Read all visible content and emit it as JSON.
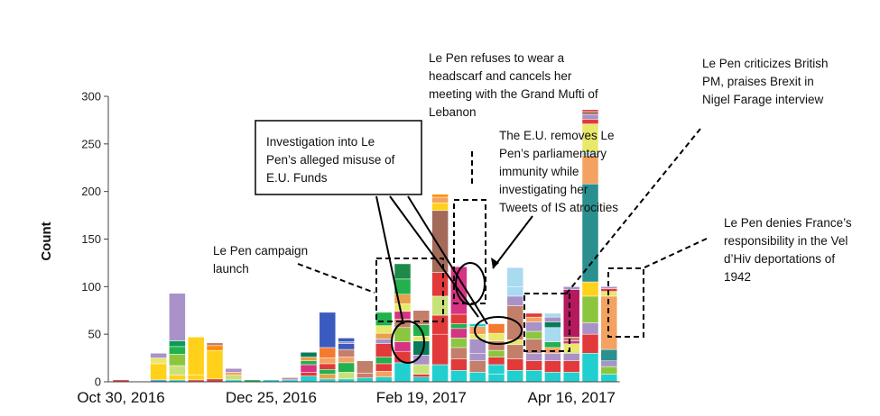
{
  "chart_data": {
    "type": "bar",
    "stacked": true,
    "title": "",
    "xlabel": "",
    "ylabel": "Count",
    "ylim": [
      0,
      300
    ],
    "yticks": [
      0,
      50,
      100,
      150,
      200,
      250,
      300
    ],
    "xtick_labels": [
      "Oct 30, 2016",
      "Dec 25, 2016",
      "Feb 19, 2017",
      "Apr 16, 2017"
    ],
    "xtick_bar_index": [
      0,
      8,
      16,
      24
    ],
    "grid": false,
    "legend": "none",
    "bars": [
      {
        "segments": [
          [
            2,
            "#e23a3a"
          ]
        ]
      },
      {
        "segments": []
      },
      {
        "segments": [
          [
            2,
            "#2e9fd6"
          ],
          [
            17,
            "#ffd11a"
          ],
          [
            6,
            "#e8e86a"
          ],
          [
            5,
            "#a992c8"
          ]
        ]
      },
      {
        "segments": [
          [
            2,
            "#22cfcf"
          ],
          [
            5,
            "#ffd11a"
          ],
          [
            10,
            "#c8e27a"
          ],
          [
            12,
            "#8cc63f"
          ],
          [
            8,
            "#22b14c"
          ],
          [
            6,
            "#0a9a5a"
          ],
          [
            50,
            "#a992c8"
          ]
        ]
      },
      {
        "segments": [
          [
            2,
            "#e23a3a"
          ],
          [
            5,
            "#ffd11a"
          ],
          [
            40,
            "#ffd11a"
          ]
        ]
      },
      {
        "segments": [
          [
            3,
            "#e23a3a"
          ],
          [
            30,
            "#ffd11a"
          ],
          [
            5,
            "#ff8c00"
          ],
          [
            3,
            "#c47f6a"
          ]
        ]
      },
      {
        "segments": [
          [
            2,
            "#22cfcf"
          ],
          [
            5,
            "#c8e27a"
          ],
          [
            3,
            "#f4a261"
          ],
          [
            4,
            "#a992c8"
          ]
        ]
      },
      {
        "segments": [
          [
            2,
            "#22b14c"
          ]
        ]
      },
      {
        "segments": [
          [
            2,
            "#22cfcf"
          ]
        ]
      },
      {
        "segments": [
          [
            2,
            "#22cfcf"
          ],
          [
            2,
            "#a992c8"
          ],
          [
            1,
            "#f4a261"
          ]
        ]
      },
      {
        "segments": [
          [
            6,
            "#22cfcf"
          ],
          [
            4,
            "#e23a3a"
          ],
          [
            8,
            "#d63384"
          ],
          [
            4,
            "#22b14c"
          ],
          [
            4,
            "#e9a04a"
          ],
          [
            5,
            "#0a7a5a"
          ]
        ]
      },
      {
        "segments": [
          [
            3,
            "#22cfcf"
          ],
          [
            5,
            "#e9a04a"
          ],
          [
            5,
            "#22b14c"
          ],
          [
            6,
            "#e23a3a"
          ],
          [
            6,
            "#f4a261"
          ],
          [
            11,
            "#f47a30"
          ],
          [
            37,
            "#3a5bbf"
          ]
        ]
      },
      {
        "segments": [
          [
            3,
            "#22cfcf"
          ],
          [
            7,
            "#c8e27a"
          ],
          [
            10,
            "#22b14c"
          ],
          [
            6,
            "#f4a261"
          ],
          [
            8,
            "#c47f6a"
          ],
          [
            6,
            "#3a5bbf"
          ],
          [
            2,
            "#a992c8"
          ],
          [
            4,
            "#3a5bbf"
          ]
        ]
      },
      {
        "segments": [
          [
            4,
            "#22cfcf"
          ],
          [
            5,
            "#c47f6a"
          ],
          [
            13,
            "#c47f6a"
          ]
        ]
      },
      {
        "segments": [
          [
            5,
            "#22cfcf"
          ],
          [
            6,
            "#f4a261"
          ],
          [
            8,
            "#e23a3a"
          ],
          [
            7,
            "#22b14c"
          ],
          [
            14,
            "#e23a3a"
          ],
          [
            5,
            "#a992c8"
          ],
          [
            6,
            "#e9a04a"
          ],
          [
            8,
            "#e8e86a"
          ],
          [
            14,
            "#22b14c"
          ]
        ]
      },
      {
        "segments": [
          [
            20,
            "#22cfcf"
          ],
          [
            12,
            "#e23a3a"
          ],
          [
            10,
            "#d63384"
          ],
          [
            15,
            "#8cc63f"
          ],
          [
            9,
            "#c47f6a"
          ],
          [
            8,
            "#d63384"
          ],
          [
            8,
            "#e8e86a"
          ],
          [
            10,
            "#e9a04a"
          ],
          [
            16,
            "#22b14c"
          ],
          [
            16,
            "#1d8a4a"
          ]
        ]
      },
      {
        "segments": [
          [
            5,
            "#22cfcf"
          ],
          [
            3,
            "#e23a3a"
          ],
          [
            10,
            "#c8e27a"
          ],
          [
            10,
            "#a992c8"
          ],
          [
            15,
            "#0a7a5a"
          ],
          [
            5,
            "#e8e86a"
          ],
          [
            12,
            "#22b14c"
          ],
          [
            15,
            "#c47f6a"
          ]
        ]
      },
      {
        "segments": [
          [
            18,
            "#22cfcf"
          ],
          [
            32,
            "#e23a3a"
          ],
          [
            20,
            "#e23a3a"
          ],
          [
            20,
            "#c8e27a"
          ],
          [
            25,
            "#e23a3a"
          ],
          [
            65,
            "#a36a5a"
          ],
          [
            8,
            "#ffd11a"
          ],
          [
            6,
            "#f4a261"
          ],
          [
            3,
            "#ff8c00"
          ]
        ]
      },
      {
        "segments": [
          [
            12,
            "#22cfcf"
          ],
          [
            12,
            "#e23a3a"
          ],
          [
            12,
            "#c47f6a"
          ],
          [
            10,
            "#8cc63f"
          ],
          [
            10,
            "#d63384"
          ],
          [
            5,
            "#22b14c"
          ],
          [
            10,
            "#e23a3a"
          ],
          [
            50,
            "#d63384"
          ]
        ]
      },
      {
        "segments": [
          [
            10,
            "#22cfcf"
          ],
          [
            12,
            "#c47f6a"
          ],
          [
            8,
            "#a992c8"
          ],
          [
            15,
            "#a992c8"
          ],
          [
            5,
            "#e8e86a"
          ],
          [
            8,
            "#f4a261"
          ],
          [
            3,
            "#22cfcf"
          ]
        ]
      },
      {
        "segments": [
          [
            8,
            "#22cfcf"
          ],
          [
            10,
            "#22cfcf"
          ],
          [
            8,
            "#e23a3a"
          ],
          [
            7,
            "#8cc63f"
          ],
          [
            10,
            "#c47f6a"
          ],
          [
            8,
            "#e8e86a"
          ],
          [
            10,
            "#f47a30"
          ]
        ]
      },
      {
        "segments": [
          [
            12,
            "#22cfcf"
          ],
          [
            12,
            "#e23a3a"
          ],
          [
            15,
            "#c47f6a"
          ],
          [
            5,
            "#e8e86a"
          ],
          [
            36,
            "#c47f6a"
          ],
          [
            10,
            "#a992c8"
          ],
          [
            10,
            "#a8daf0"
          ],
          [
            20,
            "#a8daf0"
          ]
        ]
      },
      {
        "segments": [
          [
            12,
            "#22cfcf"
          ],
          [
            10,
            "#e23a3a"
          ],
          [
            8,
            "#a992c8"
          ],
          [
            15,
            "#c47f6a"
          ],
          [
            8,
            "#8cc63f"
          ],
          [
            10,
            "#a992c8"
          ],
          [
            5,
            "#f4a261"
          ],
          [
            4,
            "#e23a3a"
          ]
        ]
      },
      {
        "segments": [
          [
            10,
            "#22cfcf"
          ],
          [
            12,
            "#e23a3a"
          ],
          [
            8,
            "#a992c8"
          ],
          [
            6,
            "#f4a261"
          ],
          [
            6,
            "#22b14c"
          ],
          [
            15,
            "#a8daf0"
          ],
          [
            6,
            "#0a7a5a"
          ],
          [
            5,
            "#a992c8"
          ],
          [
            4,
            "#a8daf0"
          ]
        ]
      },
      {
        "segments": [
          [
            10,
            "#22cfcf"
          ],
          [
            12,
            "#e23a3a"
          ],
          [
            8,
            "#a992c8"
          ],
          [
            10,
            "#e8e86a"
          ],
          [
            3,
            "#d63384"
          ],
          [
            4,
            "#c47f6a"
          ],
          [
            50,
            "#b5195e"
          ],
          [
            3,
            "#a992c8"
          ]
        ]
      },
      {
        "segments": [
          [
            30,
            "#22cfcf"
          ],
          [
            20,
            "#e23a3a"
          ],
          [
            12,
            "#a992c8"
          ],
          [
            28,
            "#8cc63f"
          ],
          [
            15,
            "#ffd11a"
          ],
          [
            103,
            "#2a8f8f"
          ],
          [
            30,
            "#f4a261"
          ],
          [
            3,
            "#a8daf0"
          ],
          [
            30,
            "#e8e86a"
          ],
          [
            5,
            "#e23a3a"
          ],
          [
            5,
            "#a992c8"
          ],
          [
            3,
            "#a36a5a"
          ],
          [
            2,
            "#e23a3a"
          ]
        ]
      },
      {
        "segments": [
          [
            8,
            "#22cfcf"
          ],
          [
            8,
            "#8cc63f"
          ],
          [
            6,
            "#a992c8"
          ],
          [
            12,
            "#2a8f8f"
          ],
          [
            56,
            "#f4a261"
          ],
          [
            5,
            "#e8e86a"
          ],
          [
            3,
            "#e23a3a"
          ],
          [
            2,
            "#a992c8"
          ]
        ]
      }
    ],
    "annotations": [
      "Le Pen campaign launch",
      "Investigation into Le Pen’s alleged misuse of E.U. Funds",
      "Le Pen refuses to wear a headscarf and cancels her meeting with the Grand Mufti of Lebanon",
      "The E.U. removes Le Pen’s parliamentary immunity while investigating her Tweets of IS atrocities",
      "Le Pen criticizes British PM, praises Brexit in Nigel Farage interview",
      "Le Pen denies France’s responsibility in the Vel d’Hiv deportations of 1942"
    ]
  },
  "annotation_lines": {
    "campaign": [
      "Le Pen campaign",
      "launch"
    ],
    "misuse": [
      "Investigation into Le",
      "Pen’s alleged misuse of",
      "E.U. Funds"
    ],
    "headscarf": [
      "Le Pen refuses to wear a",
      "headscarf and cancels her",
      "meeting with the Grand Mufti of",
      "Lebanon"
    ],
    "immunity": [
      "The E.U. removes Le",
      "Pen’s parliamentary",
      "immunity while",
      "investigating her",
      "Tweets of IS atrocities"
    ],
    "brexit": [
      "Le Pen criticizes British",
      "PM, praises Brexit in",
      "Nigel Farage interview"
    ],
    "velhiv": [
      "Le Pen denies France’s",
      "responsibility in the Vel",
      "d’Hiv deportations of",
      "1942"
    ]
  }
}
